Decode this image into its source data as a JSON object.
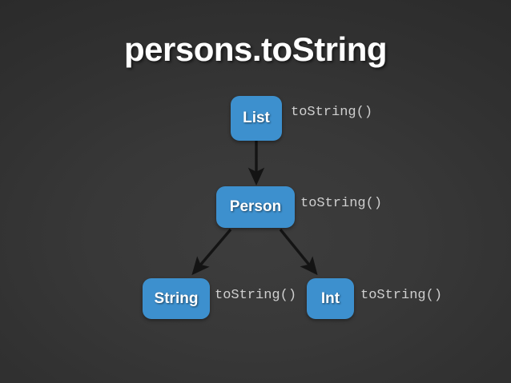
{
  "slide": {
    "title": "persons.toString",
    "background_color": "#383838",
    "accent_color": "#3d90ce",
    "label_color": "#cfcfcf",
    "arrow_color": "#151515"
  },
  "diagram": {
    "type": "tree",
    "nodes": [
      {
        "id": "list",
        "label": "List",
        "method": "toString()"
      },
      {
        "id": "person",
        "label": "Person",
        "method": "toString()"
      },
      {
        "id": "string",
        "label": "String",
        "method": "toString()"
      },
      {
        "id": "int",
        "label": "Int",
        "method": "toString()"
      }
    ],
    "edges": [
      {
        "from": "list",
        "to": "person"
      },
      {
        "from": "person",
        "to": "string"
      },
      {
        "from": "person",
        "to": "int"
      }
    ]
  }
}
